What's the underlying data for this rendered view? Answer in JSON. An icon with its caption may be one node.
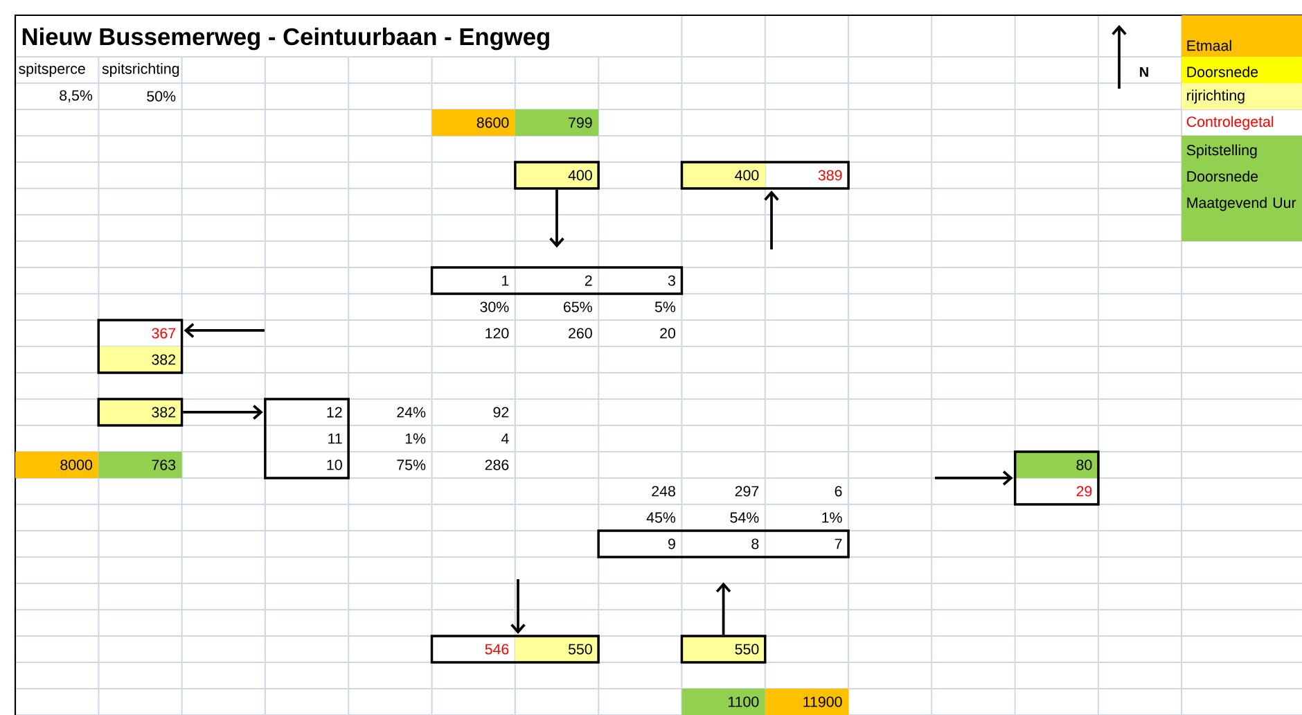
{
  "diagram": {
    "title": "Nieuw Bussemerweg - Ceintuurbaan - Engweg",
    "nodes": [
      {
        "text": [
          "8600",
          "799"
        ]
      },
      {
        "text": [
          "400"
        ]
      },
      {
        "text": [
          "400",
          "389"
        ]
      },
      {
        "text": [
          "1",
          "2",
          "3"
        ]
      },
      {
        "text": [
          "367",
          "382"
        ]
      },
      {
        "text": [
          "382"
        ]
      },
      {
        "text": [
          "12",
          "11",
          "10"
        ]
      },
      {
        "text": [
          "8000",
          "763"
        ]
      },
      {
        "text": [
          "80",
          "29"
        ]
      },
      {
        "text": [
          "9",
          "8",
          "7"
        ]
      },
      {
        "text": [
          "546",
          "550"
        ]
      },
      {
        "text": [
          "550"
        ]
      },
      {
        "text": [
          "1100",
          "11900"
        ]
      }
    ],
    "edges": [
      {
        "from": 1,
        "to": 3,
        "arrow": "to"
      },
      {
        "from": null,
        "to": 2,
        "arrow": "to"
      },
      {
        "from": null,
        "to": 4,
        "arrow": "to"
      },
      {
        "from": 5,
        "to": 6,
        "arrow": "to"
      },
      {
        "from": null,
        "to": 8,
        "arrow": "to"
      },
      {
        "from": null,
        "to": 10,
        "arrow": "to"
      },
      {
        "from": 11,
        "to": 9,
        "arrow": "to"
      }
    ],
    "labels": [
      "spitsperce",
      "spitsrichting",
      "N",
      "8,5%",
      "50%",
      "30%",
      "65%",
      "5%",
      "120",
      "260",
      "20",
      "24%",
      "92",
      "1%",
      "4",
      "75%",
      "286",
      "248",
      "297",
      "6",
      "45%",
      "54%",
      "1%"
    ],
    "legend": [
      {
        "text": "Etmaal",
        "color": "#ffc000"
      },
      {
        "text": "Doorsnede",
        "color": "#ffff00"
      },
      {
        "text": "rijrichting",
        "color": "#ffff99"
      },
      {
        "text": "Controlegetal",
        "color": "#ff0000"
      },
      {
        "text": "Spitstelling Doorsnede Maatgevend Uur",
        "color": "#92d050"
      }
    ]
  }
}
